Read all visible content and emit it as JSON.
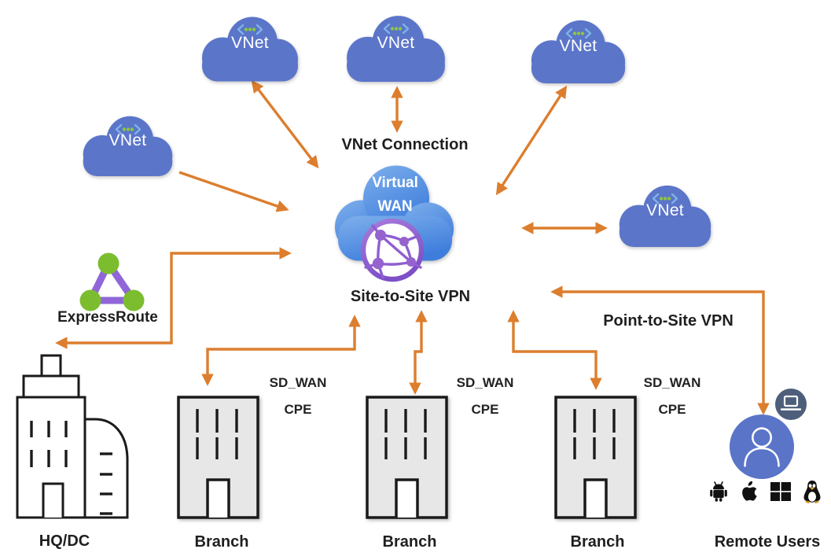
{
  "clouds": [
    {
      "label": "VNet"
    },
    {
      "label": "VNet"
    },
    {
      "label": "VNet"
    },
    {
      "label": "VNet"
    },
    {
      "label": "VNet"
    }
  ],
  "hub": {
    "line1": "Virtual",
    "line2": "WAN"
  },
  "labels": {
    "vnet_connection": "VNet Connection",
    "site_to_site": "Site-to-Site VPN",
    "point_to_site": "Point-to-Site VPN",
    "expressroute": "ExpressRoute"
  },
  "sites": {
    "hq": {
      "label": "HQ/DC"
    },
    "branches": [
      {
        "label": "Branch",
        "device_line1": "SD_WAN",
        "device_line2": "CPE"
      },
      {
        "label": "Branch",
        "device_line1": "SD_WAN",
        "device_line2": "CPE"
      },
      {
        "label": "Branch",
        "device_line1": "SD_WAN",
        "device_line2": "CPE"
      }
    ],
    "remote": {
      "label": "Remote Users",
      "os_icons": [
        "android-icon",
        "apple-icon",
        "windows-icon",
        "linux-icon"
      ]
    }
  },
  "colors": {
    "arrow": "#dc7e2e",
    "cloud_blue": "#5b75c9",
    "hub_gradient_top": "#7fb0ec",
    "hub_gradient_bottom": "#3e7ddc",
    "globe_purple": "#8e5fd0",
    "expressroute_purple": "#9066d9",
    "expressroute_green": "#7cbd30",
    "building_fill": "#e7e7e7",
    "user_circle": "#5a74c8",
    "laptop_badge": "#4d5f7a",
    "text": "#1f1f1f"
  }
}
